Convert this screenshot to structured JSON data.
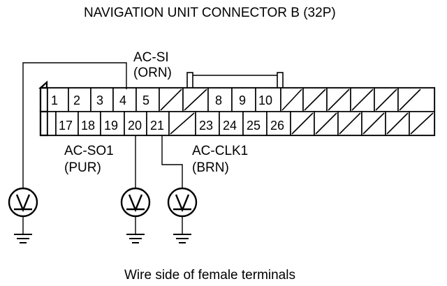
{
  "title": "NAVIGATION UNIT CONNECTOR B (32P)",
  "caption": "Wire side of female terminals",
  "signals": {
    "ac_si": {
      "name": "AC-SI",
      "color": "(ORN)",
      "pin": "4"
    },
    "ac_so1": {
      "name": "AC-SO1",
      "color": "(PUR)",
      "pin": "20"
    },
    "ac_clk1": {
      "name": "AC-CLK1",
      "color": "(BRN)",
      "pin": "21"
    }
  },
  "connector": {
    "top_row": [
      "1",
      "2",
      "3",
      "4",
      "5",
      "",
      "",
      "8",
      "9",
      "10",
      "",
      "",
      "",
      "",
      "",
      ""
    ],
    "bottom_row": [
      "",
      "17",
      "18",
      "19",
      "20",
      "21",
      "",
      "23",
      "24",
      "25",
      "26",
      "",
      "",
      "",
      "",
      ""
    ]
  }
}
